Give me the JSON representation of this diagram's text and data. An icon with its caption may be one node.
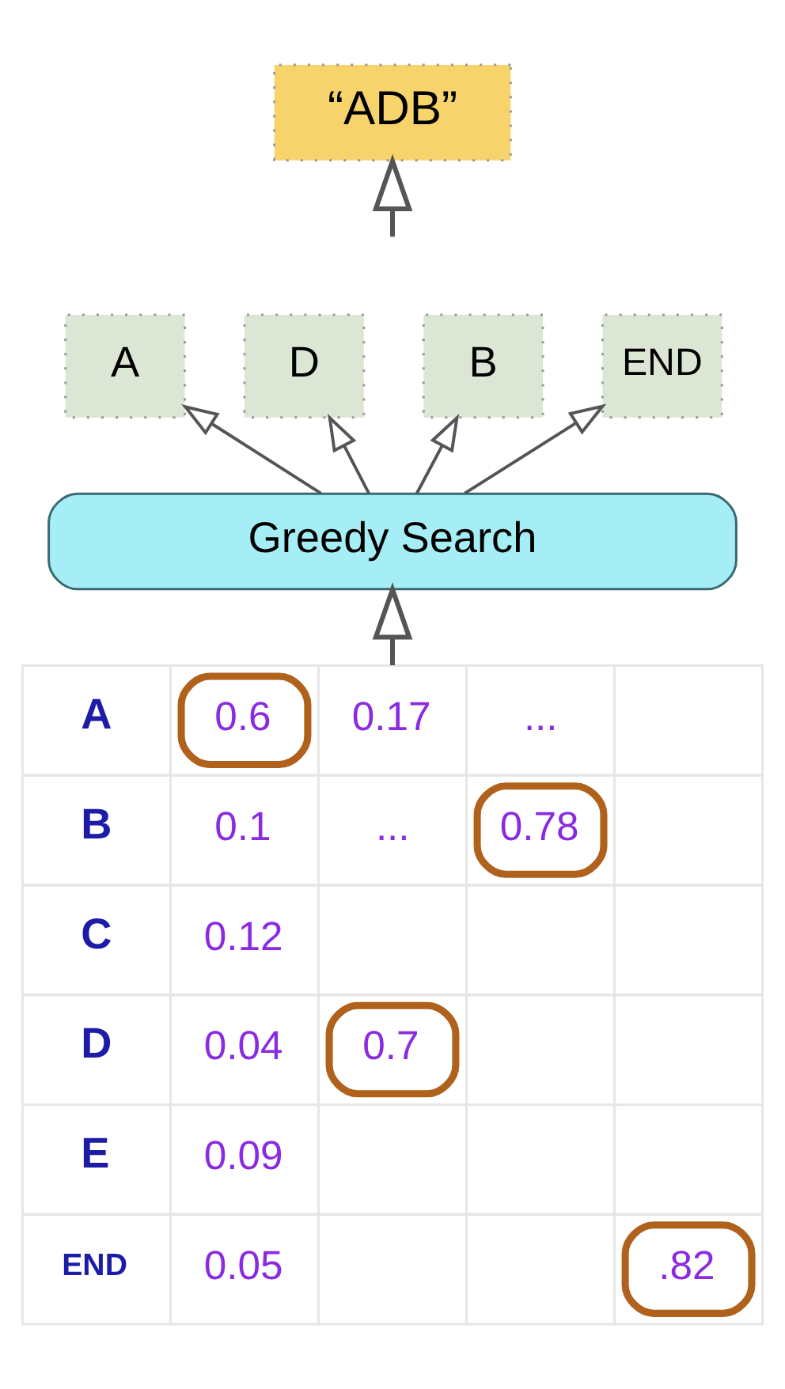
{
  "diagram": {
    "nodes": [
      {
        "text": [
          "“ADB”"
        ]
      },
      {
        "text": [
          "A"
        ]
      },
      {
        "text": [
          "D"
        ]
      },
      {
        "text": [
          "B"
        ]
      },
      {
        "text": [
          "END"
        ]
      },
      {
        "text": [
          "Greedy Search"
        ]
      },
      {
        "text": [],
        "shape": "box"
      }
    ],
    "edges": [
      {
        "from": null,
        "to": 0,
        "arrow": "to"
      },
      {
        "from": 5,
        "to": 1,
        "arrow": "to"
      },
      {
        "from": 5,
        "to": 2,
        "arrow": "to"
      },
      {
        "from": 5,
        "to": 3,
        "arrow": "to"
      },
      {
        "from": 5,
        "to": 4,
        "arrow": "to"
      },
      {
        "from": 6,
        "to": 5,
        "arrow": "to"
      }
    ],
    "labels": [
      "A",
      "0.6",
      "0.17",
      "...",
      "B",
      "0.1",
      "...",
      "0.78",
      "C",
      "0.12",
      "D",
      "0.04",
      "0.7",
      "E",
      "0.09",
      "END",
      "0.05",
      ".82"
    ]
  }
}
